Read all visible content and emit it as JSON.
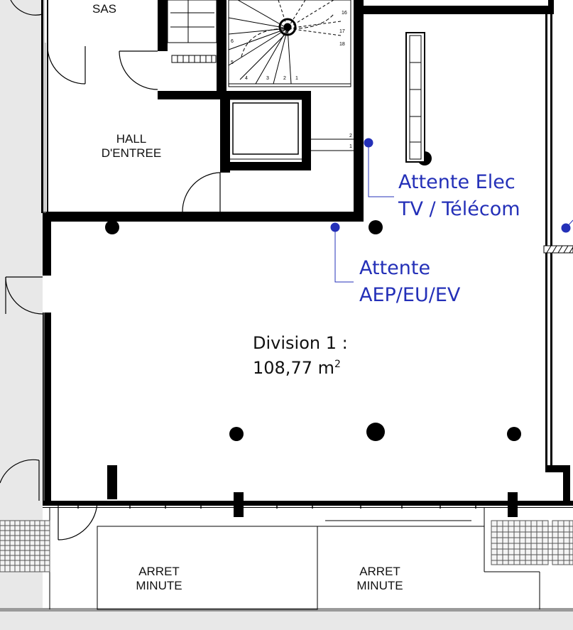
{
  "rooms": {
    "sas": "SAS",
    "hall_line1": "HALL",
    "hall_line2": "D'ENTREE",
    "division_line1": "Division 1 :",
    "division_area": "108,77 m",
    "division_sup": "2",
    "arret1_line1": "ARRET",
    "arret1_line2": "MINUTE",
    "arret2_line1": "ARRET",
    "arret2_line2": "MINUTE"
  },
  "annotations": {
    "elec_line1": "Attente Elec",
    "elec_line2": "TV / Télécom",
    "aep_line1": "Attente",
    "aep_line2": "AEP/EU/EV"
  },
  "stair_numbers": [
    "1",
    "2",
    "3",
    "4",
    "5",
    "6",
    "16",
    "17",
    "18"
  ],
  "riser_numbers": [
    "2",
    "1"
  ],
  "colors": {
    "wall": "#000000",
    "annotation": "#2430b8",
    "background": "#e8e8e8",
    "floor": "#ffffff"
  }
}
